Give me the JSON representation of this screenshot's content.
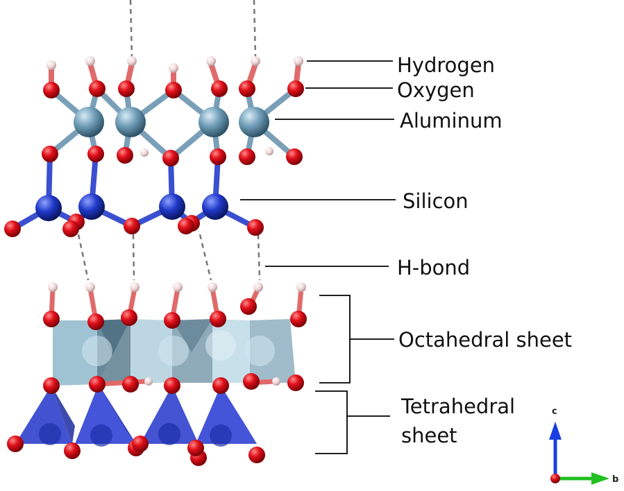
{
  "labels": {
    "hydrogen": "Hydrogen",
    "oxygen": "Oxygen",
    "aluminum": "Aluminum",
    "silicon": "Silicon",
    "hbond": "H-bond",
    "octahedral": "Octahedral sheet",
    "tetrahedral_1": "Tetrahedral",
    "tetrahedral_2": "sheet"
  },
  "axes": {
    "c": "c",
    "b": "b"
  },
  "colors": {
    "oxygen": "#e0101a",
    "hydrogen": "#f1dede",
    "aluminum": "#6f9db7",
    "silicon": "#1f38c8",
    "octahedra": "#a9c9d8",
    "tetrahedra": "#2f3fcc",
    "axis_c": "#1a3fe0",
    "axis_b": "#20c020"
  }
}
